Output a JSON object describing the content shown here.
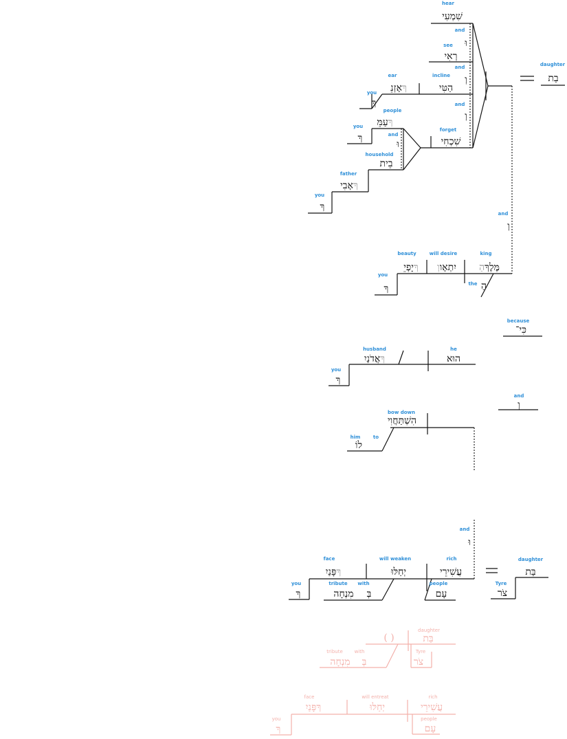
{
  "colors": {
    "gloss": "#2e8fd8",
    "hebrew": "#111111",
    "ghost": "#9a9a9a",
    "faint": "#f3b0aa"
  },
  "words": {
    "hear": {
      "gloss": "hear",
      "he": "שִׁמְעִי"
    },
    "and1": {
      "gloss": "and",
      "he": "וּ"
    },
    "see": {
      "gloss": "see",
      "he": "רְאִי"
    },
    "and2": {
      "gloss": "and",
      "he": "וְ"
    },
    "incline": {
      "gloss": "incline",
      "he": "הַטִּי"
    },
    "ear": {
      "gloss": "ear",
      "he": "אָזְנֵ",
      "suffix": "ךְ"
    },
    "you_ear": {
      "gloss": "you",
      "he": "ךְ"
    },
    "and3": {
      "gloss": "and",
      "he": "וְ"
    },
    "people": {
      "gloss": "people",
      "he": "עַמֵּ",
      "suffix": "ךְ"
    },
    "you_people": {
      "gloss": "you",
      "he": "ךְ"
    },
    "and_people": {
      "gloss": "and",
      "he": "וּ"
    },
    "household": {
      "gloss": "household",
      "he": "בֵית"
    },
    "father": {
      "gloss": "father",
      "he": "אָבִי",
      "suffix": "ךְ"
    },
    "you_father": {
      "gloss": "you",
      "he": "ךְ"
    },
    "forget": {
      "gloss": "forget",
      "he": "שִׁכְחִי"
    },
    "daughter": {
      "gloss": "daughter",
      "he": "בַת"
    },
    "and_vert": {
      "gloss": "and",
      "he": "וְ"
    },
    "beauty": {
      "gloss": "beauty",
      "he": "יָפְיֵ",
      "suffix": "ךְ"
    },
    "will_desire": {
      "gloss": "will desire",
      "he": "יִתְאָו",
      "prefix": "וְ"
    },
    "king": {
      "gloss": "king",
      "he": "מֶּלֶךְ",
      "prefix": "הַ"
    },
    "the": {
      "gloss": "the",
      "he": "הַ"
    },
    "you_beauty": {
      "gloss": "you",
      "he": "ךְ"
    },
    "because": {
      "gloss": "because",
      "he": "כִּי־"
    },
    "husband": {
      "gloss": "husband",
      "he": "אֲדֹנַיִ",
      "suffix": "ךְ"
    },
    "you_husband": {
      "gloss": "you",
      "he": "ךְ"
    },
    "he": {
      "gloss": "he",
      "he": "הוּא"
    },
    "and4": {
      "gloss": "and",
      "he": "וְ"
    },
    "bow_down": {
      "gloss": "bow down",
      "he": "הִשְׁתַּחֲוִי"
    },
    "him": {
      "gloss": "him",
      "he": "לוֹ"
    },
    "to": {
      "gloss": "to",
      "he": ""
    },
    "and5": {
      "gloss": "and",
      "he": "וּ"
    },
    "face": {
      "gloss": "face",
      "he": "פָּנַיִ",
      "suffix": "ךְ"
    },
    "you_face": {
      "gloss": "you",
      "he": "ךְ"
    },
    "will_weaken": {
      "gloss": "will weaken",
      "he": "יְחַלּוּ"
    },
    "rich": {
      "gloss": "rich",
      "he": "עֲשִׁירֵי"
    },
    "people2": {
      "gloss": "people",
      "he": "עָם"
    },
    "tribute": {
      "gloss": "tribute",
      "he": "מִנְחָה"
    },
    "with": {
      "gloss": "with",
      "he": "בְּ"
    },
    "daughter2": {
      "gloss": "daughter",
      "he": "בַּת"
    },
    "tyre": {
      "gloss": "Tyre",
      "he": "צֹר"
    }
  },
  "faint": {
    "paren": "( )",
    "daughter": {
      "gloss": "daughter",
      "he": "בַּת"
    },
    "tyre": {
      "gloss": "Tyre",
      "he": "צֹר"
    },
    "tribute": {
      "gloss": "tribute",
      "he": "מִנְחָה"
    },
    "with": {
      "gloss": "with",
      "he": "בְּ"
    },
    "face": {
      "gloss": "face",
      "he": "פָּנַיִ",
      "suffix": "ךְ"
    },
    "you": {
      "gloss": "you",
      "he": "ךְ"
    },
    "will_entreat": {
      "gloss": "will entreat",
      "he": "יְחַלּוּ"
    },
    "rich": {
      "gloss": "rich",
      "he": "עֲשִׁירֵי"
    },
    "people": {
      "gloss": "people",
      "he": "עָם"
    }
  }
}
